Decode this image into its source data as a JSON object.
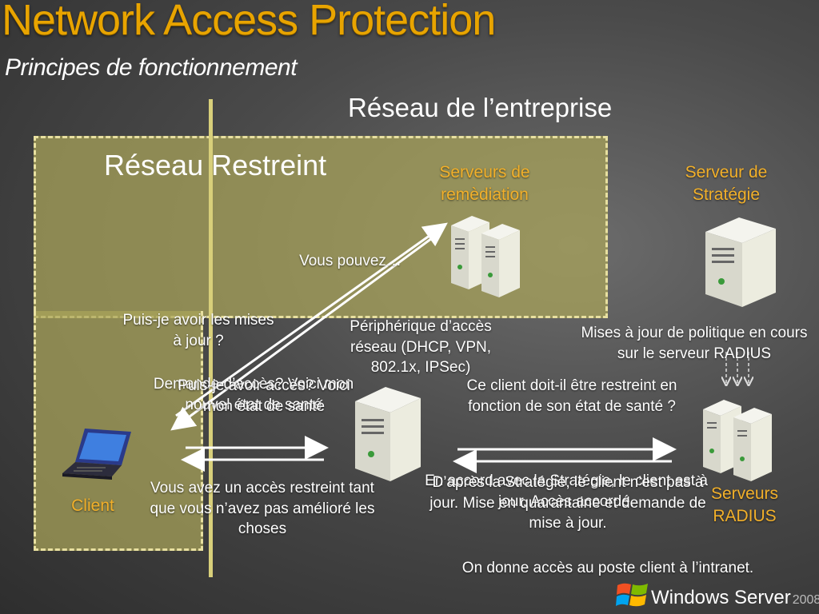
{
  "slide": {
    "title": "Network Access Protection",
    "subtitle": "Principes de fonctionnement"
  },
  "zones": {
    "enterprise": "Réseau de l’entreprise",
    "restricted": "Réseau Restreint"
  },
  "nodes": {
    "remediation_servers": "Serveurs de remèdiation",
    "policy_server": "Serveur de Stratégie",
    "radius_servers": "Serveurs RADIUS",
    "client": "Client",
    "access_device": "Périphérique d’accès réseau (DHCP, VPN, 802.1x, IPSec)"
  },
  "messages": {
    "you_can": "Vous pouvez…",
    "may_i_have_updates": "Puis-je avoir les mises à jour ?",
    "request_access": "Demande d’accès? Voici mon nouvel état de santé",
    "may_i_have_access": "Puis-je avoir accès? Voici mon état de santé",
    "policy_updates": "Mises à jour de politique en cours sur le serveur RADIUS",
    "should_restrict": "Ce client doit-il être restreint en fonction de son état de santé ?",
    "restricted_access": "Vous avez un accès restreint tant que vous n’avez pas amélioré les choses",
    "policy_compliant": "En accord avec la Stratégie, le client est à jour. Accès accordé.",
    "policy_not_compliant": "D’après la Stratégie, le client n’est pas à jour. Mise en quarantaine et demande de mise à jour.",
    "grant_intranet": "On donne accès au poste client à l’intranet."
  },
  "branding": {
    "product": "Windows Server",
    "version": "2008"
  },
  "colors": {
    "title": "#e8a400",
    "node_label": "#f2b02a",
    "restricted_zone": "#aaa55a"
  }
}
